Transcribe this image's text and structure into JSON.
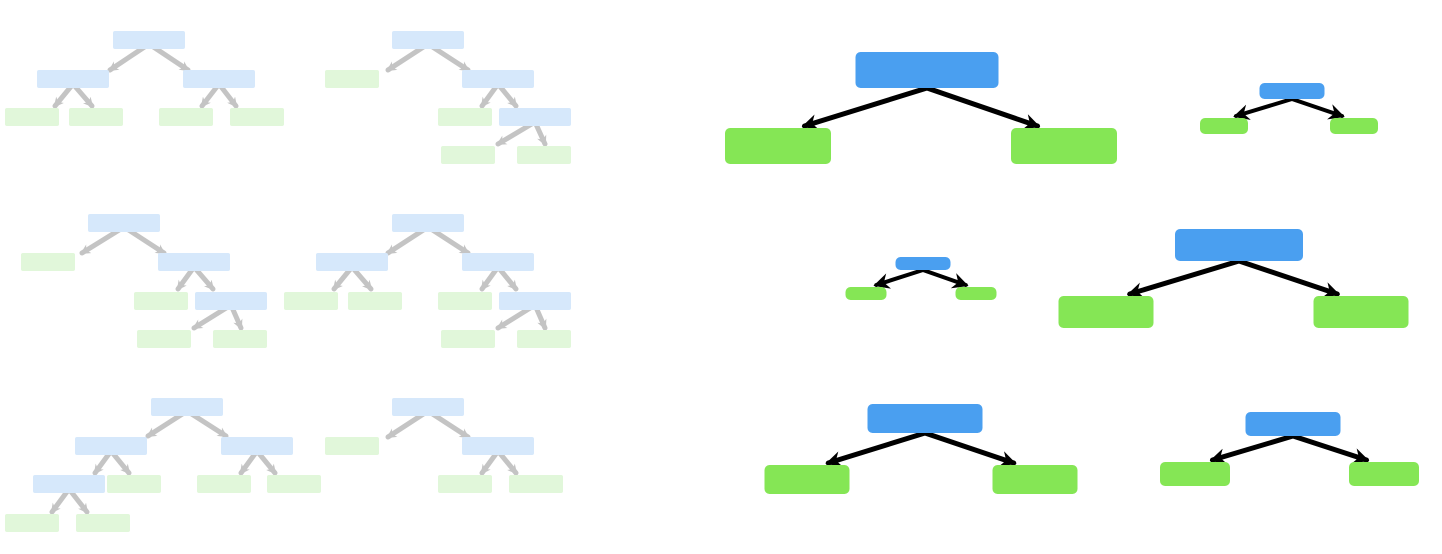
{
  "colors": {
    "background": "#ffffff",
    "faded_internal_node": "#d6e8fb",
    "faded_leaf_node": "#e1f7da",
    "faded_edge": "#c4c4c4",
    "stump_internal_node": "#4a9ff0",
    "stump_leaf_node": "#85e655",
    "stump_edge": "#000000"
  },
  "diagram": {
    "left_panel": {
      "description_tag": "faded-decision-trees",
      "tree_count": 6,
      "node_labels": []
    },
    "right_panel": {
      "description_tag": "decision-stumps",
      "stump_count": 6,
      "node_labels": []
    }
  }
}
